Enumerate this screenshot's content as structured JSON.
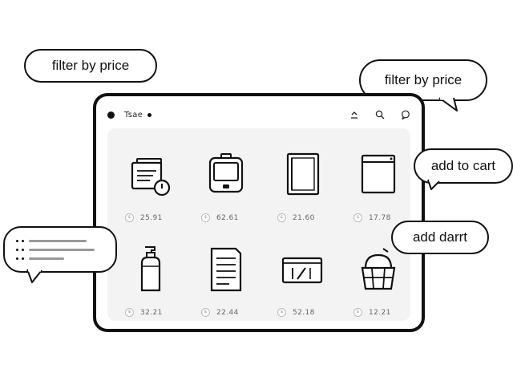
{
  "window": {
    "title": "Tsae"
  },
  "toolbar": {
    "icons": [
      "upload-icon",
      "search-icon",
      "chat-icon"
    ]
  },
  "products": [
    {
      "icon": "document-clock-icon",
      "price": "25.91"
    },
    {
      "icon": "device-icon",
      "price": "62.61"
    },
    {
      "icon": "book-icon",
      "price": "21.60"
    },
    {
      "icon": "monitor-icon",
      "price": "17.78"
    },
    {
      "icon": "bottle-icon",
      "price": "32.21"
    },
    {
      "icon": "notepad-icon",
      "price": "22.44"
    },
    {
      "icon": "card-icon",
      "price": "52.18"
    },
    {
      "icon": "basket-icon",
      "price": "12.21"
    }
  ],
  "bubbles": {
    "top_left": "filter by price",
    "top_right": "filter by price",
    "right_upper": "add to cart",
    "right_lower": "add darrt"
  },
  "colors": {
    "ink": "#111111",
    "panel": "#f3f3f3",
    "muted_text": "#666666"
  }
}
